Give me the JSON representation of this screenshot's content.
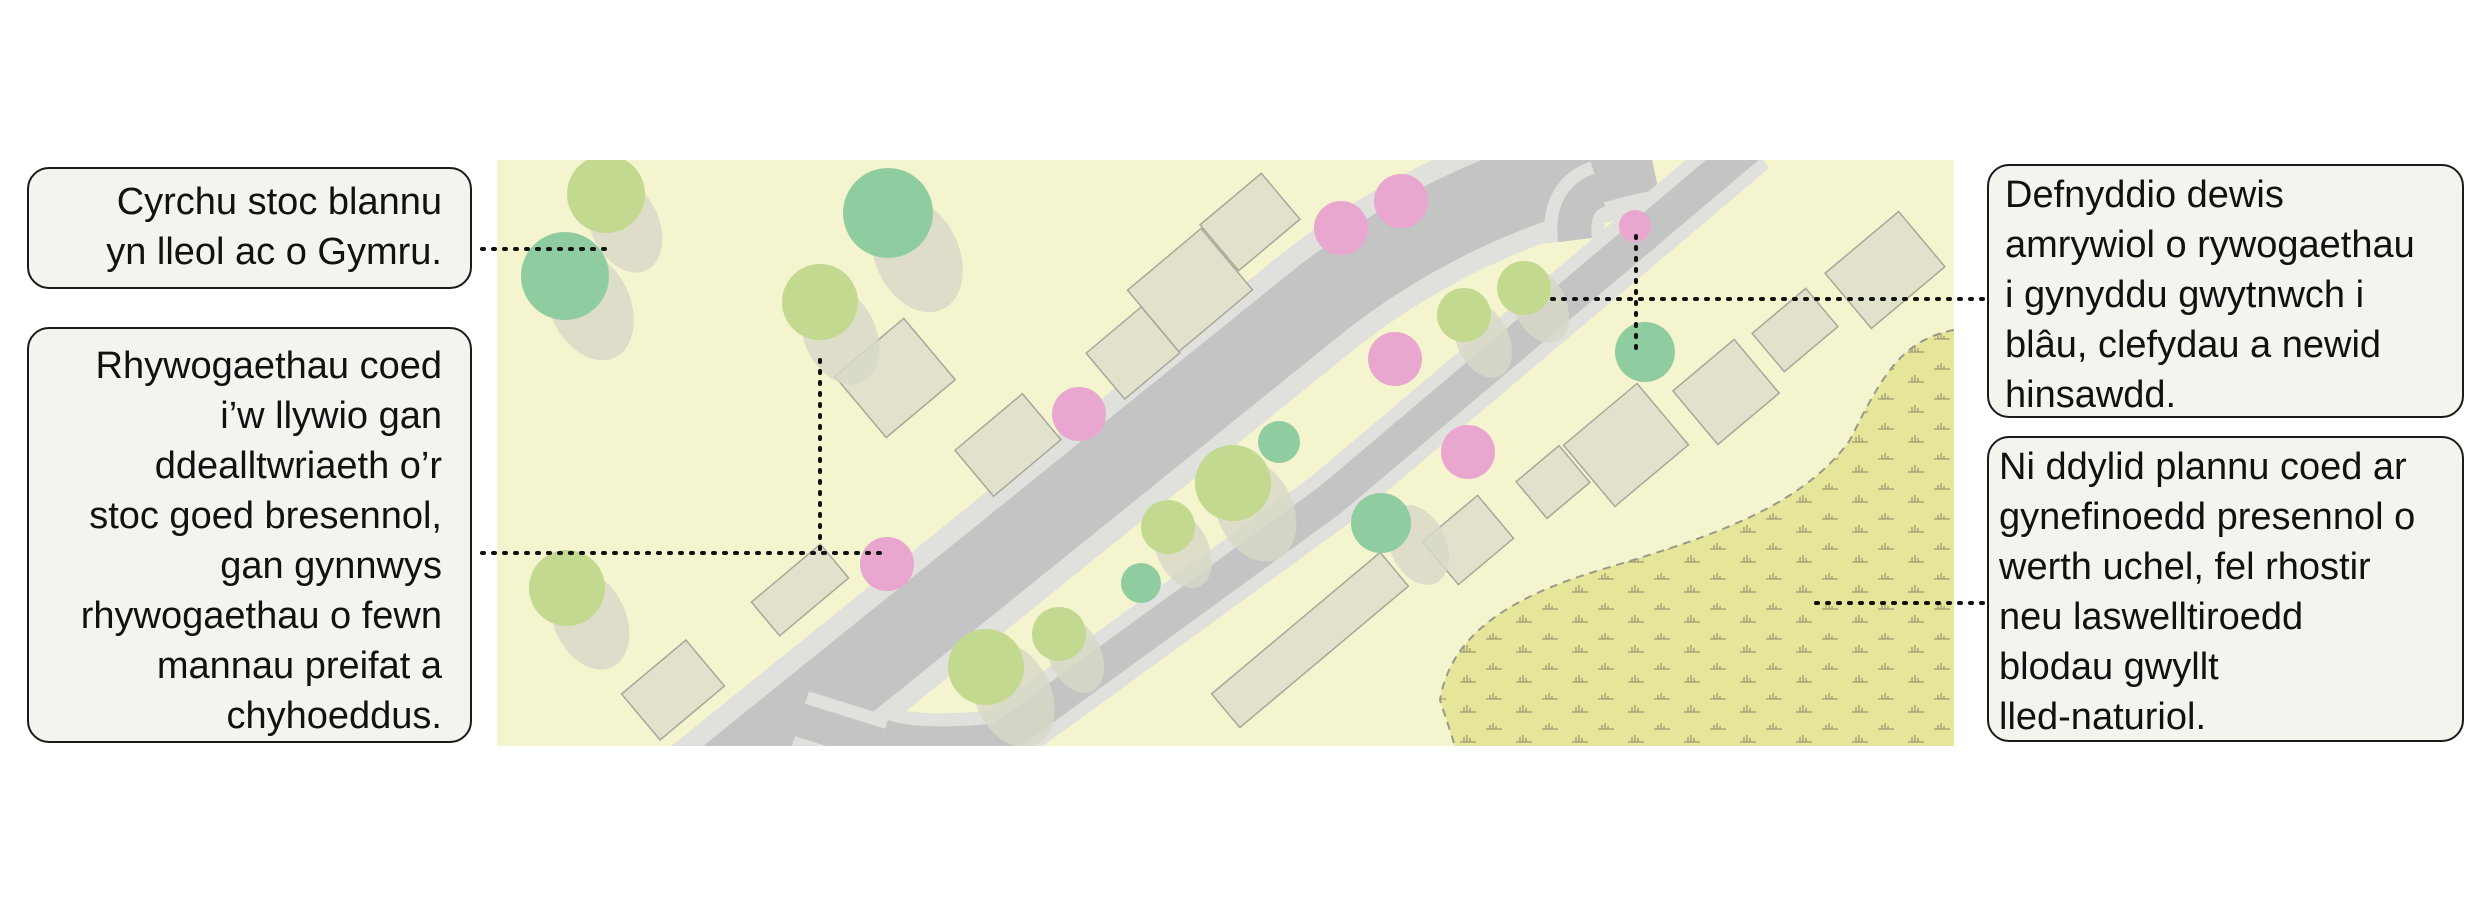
{
  "callouts": [
    {
      "id": "local-stock",
      "lines": [
        "Cyrchu stoc blannu",
        "yn lleol ac o Gymru."
      ]
    },
    {
      "id": "species-guidance",
      "lines": [
        "Rhywogaethau coed",
        "i’w llywio gan",
        "ddealltwriaeth o’r",
        "stoc goed bresennol,",
        "gan gynnwys",
        "rhywogaethau o fewn",
        "mannau preifat a",
        "chyhoeddus."
      ]
    },
    {
      "id": "diverse-species",
      "lines": [
        "Defnyddio dewis",
        "amrywiol o rywogaethau",
        "i gynyddu gwytnwch i",
        "blâu, clefydau a newid",
        "hinsawdd."
      ]
    },
    {
      "id": "avoid-habitats",
      "lines": [
        "Ni ddylid plannu coed ar",
        "gynefinoedd presennol o",
        "werth uchel, fel rhostir",
        "neu laswelltiroedd",
        "blodau gwyllt",
        "lled-naturiol."
      ]
    }
  ],
  "colors": {
    "map_background": "#f4f4cf",
    "meadow": "#e6e69a",
    "road": "#c4c4c4",
    "road_edge": "#e0e0dc",
    "building": "#e1e1cc",
    "building_stroke": "#a8a89a",
    "tree_light_green": "#c3d98f",
    "tree_dark_green": "#8fcc9f",
    "tree_pink": "#e9a6cf",
    "tree_shadow": "#d8d8c8",
    "leader_line": "#111111"
  }
}
